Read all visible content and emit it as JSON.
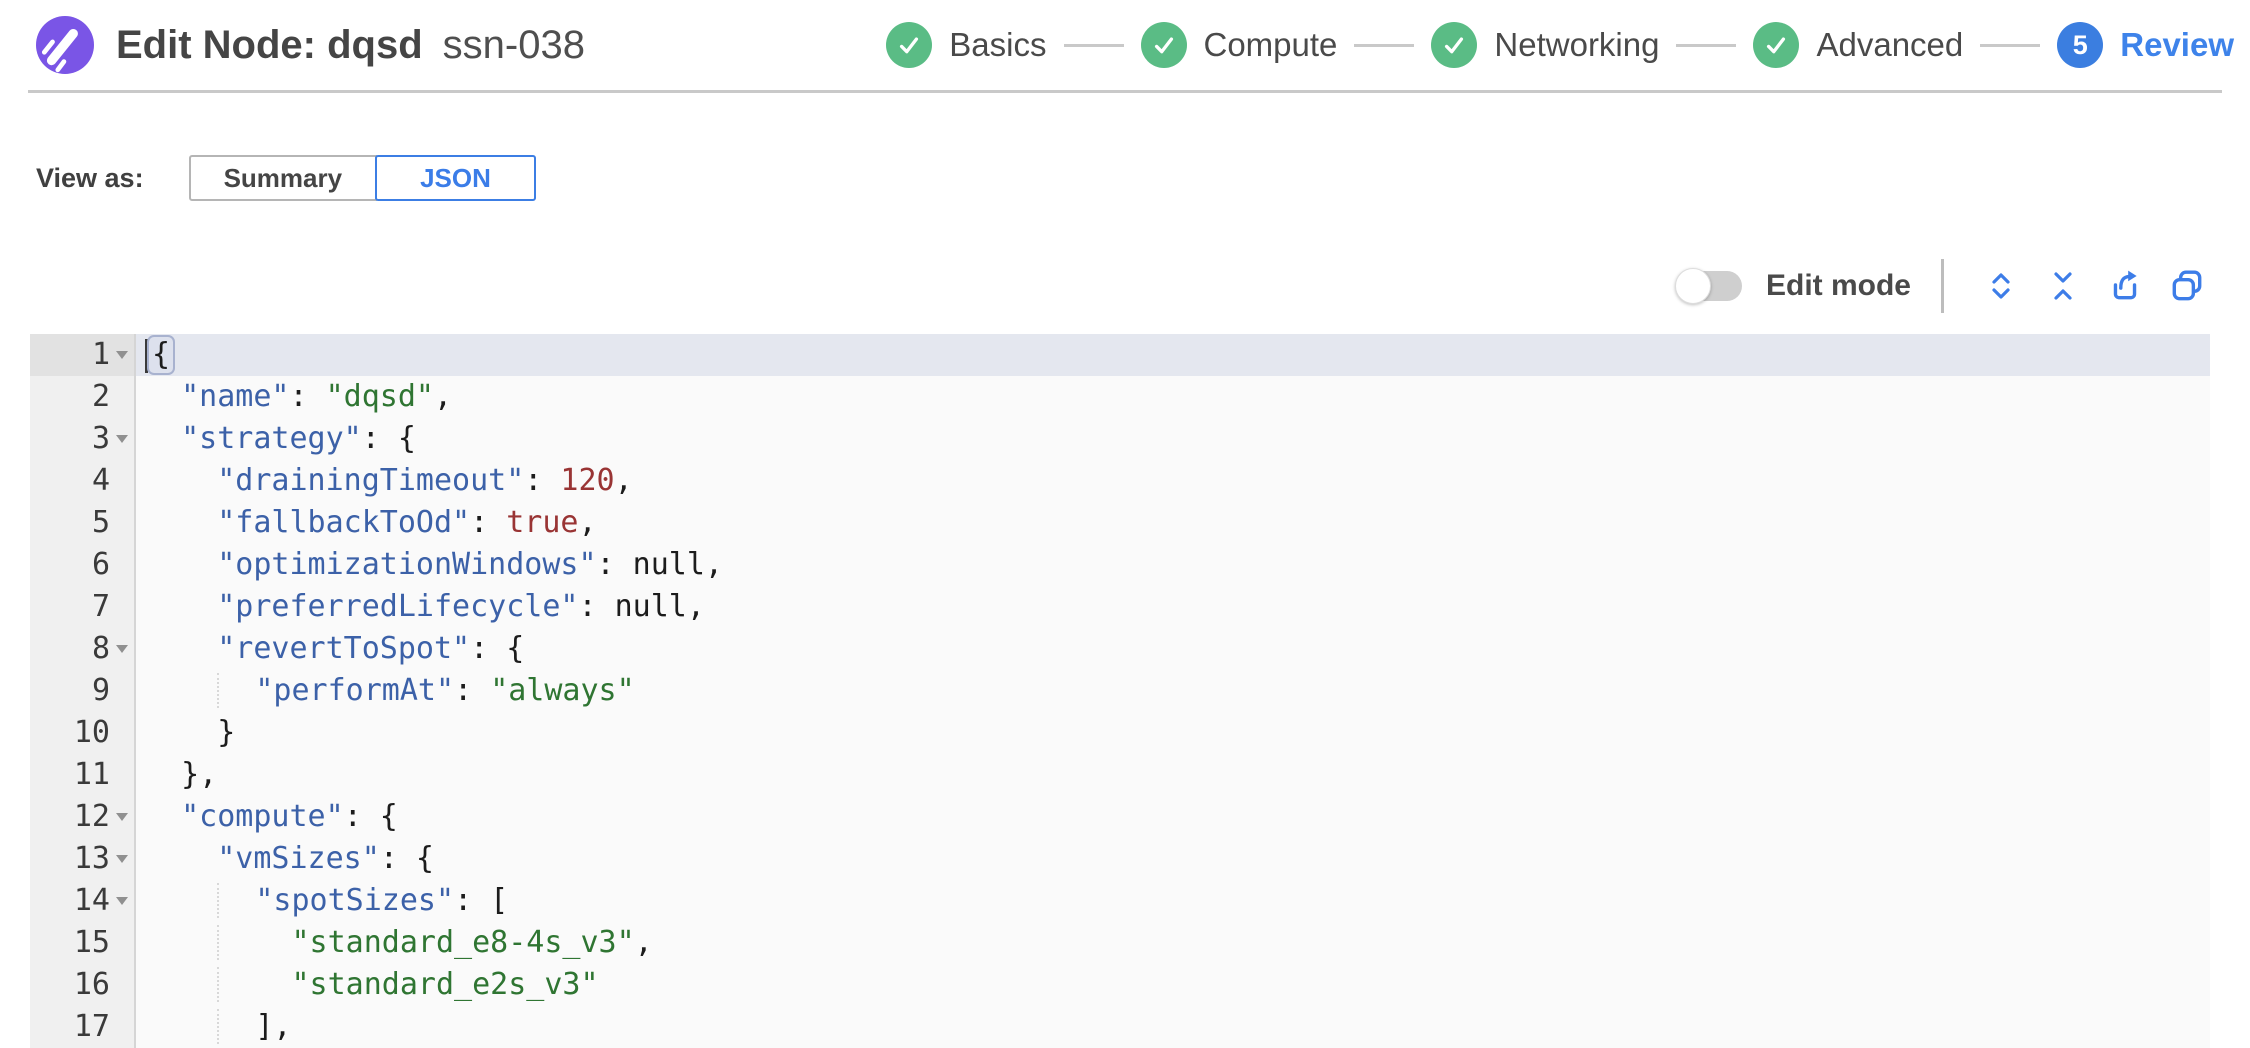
{
  "header": {
    "title": "Edit Node: dqsd",
    "subtitle": "ssn-038",
    "steps": [
      {
        "label": "Basics",
        "state": "done"
      },
      {
        "label": "Compute",
        "state": "done"
      },
      {
        "label": "Networking",
        "state": "done"
      },
      {
        "label": "Advanced",
        "state": "done"
      },
      {
        "label": "Review",
        "state": "active",
        "number": "5"
      }
    ]
  },
  "view_as": {
    "label": "View as:",
    "options": [
      {
        "label": "Summary",
        "selected": false
      },
      {
        "label": "JSON",
        "selected": true
      }
    ]
  },
  "toolbar": {
    "edit_mode_label": "Edit mode",
    "edit_mode_on": false,
    "icons": [
      "expand-icon",
      "collapse-icon",
      "export-icon",
      "copy-icon"
    ]
  },
  "colors": {
    "step_done_green": "#5abc85",
    "step_active_blue": "#3b7ee0",
    "accent_blue": "#3d7de8",
    "logo_purple": "#7a55e6",
    "json_key": "#3c61a8",
    "json_string": "#2f7532",
    "json_number": "#993434",
    "active_line_bg": "#e4e7ef"
  },
  "editor": {
    "lines": [
      {
        "n": 1,
        "fold": true,
        "active": true,
        "ind": 0,
        "seg": [
          [
            "hl",
            "{"
          ]
        ]
      },
      {
        "n": 2,
        "fold": false,
        "ind": 2,
        "seg": [
          [
            "k",
            "\"name\""
          ],
          [
            "p",
            ": "
          ],
          [
            "s",
            "\"dqsd\""
          ],
          [
            "p",
            ","
          ]
        ]
      },
      {
        "n": 3,
        "fold": true,
        "ind": 2,
        "seg": [
          [
            "k",
            "\"strategy\""
          ],
          [
            "p",
            ": {"
          ]
        ]
      },
      {
        "n": 4,
        "fold": false,
        "ind": 4,
        "seg": [
          [
            "k",
            "\"drainingTimeout\""
          ],
          [
            "p",
            ": "
          ],
          [
            "n",
            "120"
          ],
          [
            "p",
            ","
          ]
        ]
      },
      {
        "n": 5,
        "fold": false,
        "ind": 4,
        "seg": [
          [
            "k",
            "\"fallbackToOd\""
          ],
          [
            "p",
            ": "
          ],
          [
            "b",
            "true"
          ],
          [
            "p",
            ","
          ]
        ]
      },
      {
        "n": 6,
        "fold": false,
        "ind": 4,
        "seg": [
          [
            "k",
            "\"optimizationWindows\""
          ],
          [
            "p",
            ": "
          ],
          [
            "u",
            "null"
          ],
          [
            "p",
            ","
          ]
        ]
      },
      {
        "n": 7,
        "fold": false,
        "ind": 4,
        "seg": [
          [
            "k",
            "\"preferredLifecycle\""
          ],
          [
            "p",
            ": "
          ],
          [
            "u",
            "null"
          ],
          [
            "p",
            ","
          ]
        ]
      },
      {
        "n": 8,
        "fold": true,
        "ind": 4,
        "seg": [
          [
            "k",
            "\"revertToSpot\""
          ],
          [
            "p",
            ": {"
          ]
        ]
      },
      {
        "n": 9,
        "fold": false,
        "ind": 6,
        "seg": [
          [
            "k",
            "\"performAt\""
          ],
          [
            "p",
            ": "
          ],
          [
            "s",
            "\"always\""
          ]
        ]
      },
      {
        "n": 10,
        "fold": false,
        "ind": 4,
        "seg": [
          [
            "p",
            "}"
          ]
        ]
      },
      {
        "n": 11,
        "fold": false,
        "ind": 2,
        "seg": [
          [
            "p",
            "},"
          ]
        ]
      },
      {
        "n": 12,
        "fold": true,
        "ind": 2,
        "seg": [
          [
            "k",
            "\"compute\""
          ],
          [
            "p",
            ": {"
          ]
        ]
      },
      {
        "n": 13,
        "fold": true,
        "ind": 4,
        "seg": [
          [
            "k",
            "\"vmSizes\""
          ],
          [
            "p",
            ": {"
          ]
        ]
      },
      {
        "n": 14,
        "fold": true,
        "ind": 6,
        "seg": [
          [
            "k",
            "\"spotSizes\""
          ],
          [
            "p",
            ": ["
          ]
        ]
      },
      {
        "n": 15,
        "fold": false,
        "ind": 8,
        "seg": [
          [
            "s",
            "\"standard_e8-4s_v3\""
          ],
          [
            "p",
            ","
          ]
        ]
      },
      {
        "n": 16,
        "fold": false,
        "ind": 8,
        "seg": [
          [
            "s",
            "\"standard_e2s_v3\""
          ]
        ]
      },
      {
        "n": 17,
        "fold": false,
        "ind": 6,
        "seg": [
          [
            "p",
            "],"
          ]
        ]
      }
    ]
  }
}
